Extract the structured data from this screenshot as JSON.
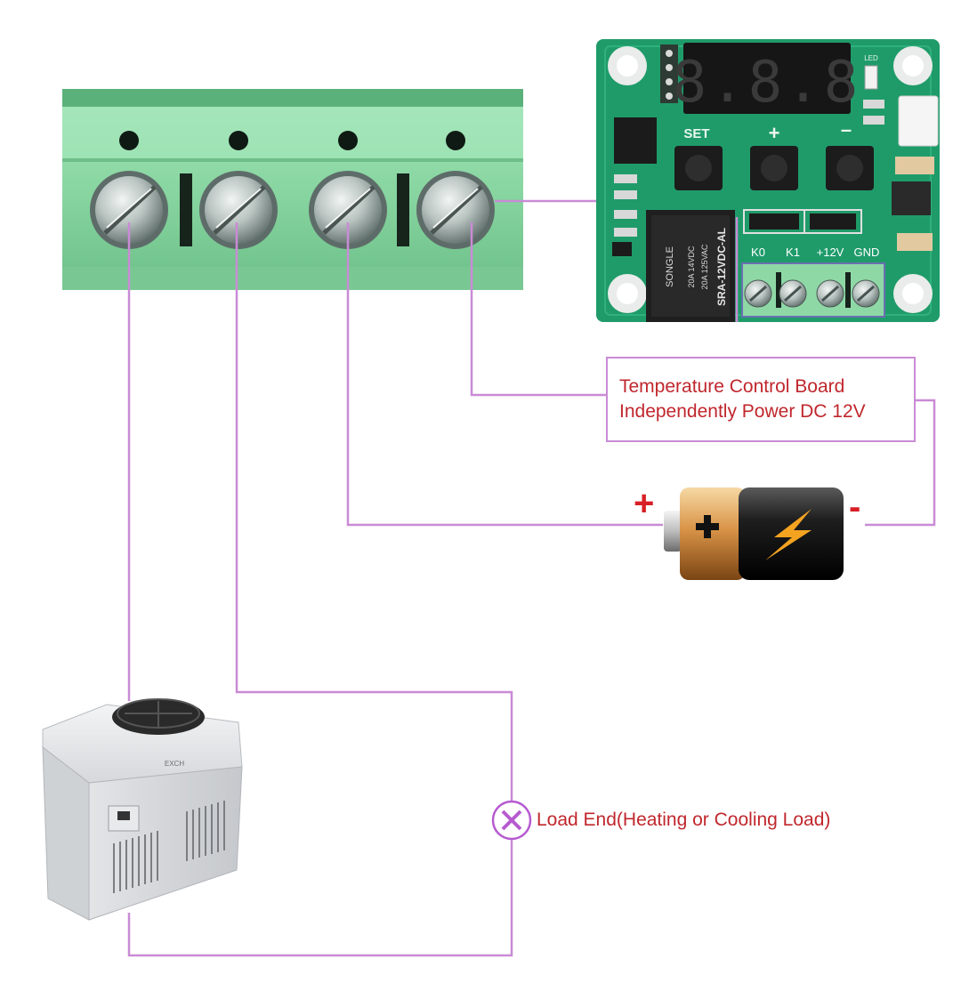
{
  "board": {
    "display": "8.8.8",
    "led": "LED",
    "buttons": {
      "set": "SET",
      "plus": "+",
      "minus": "–"
    },
    "terminal_labels": [
      "K0",
      "K1",
      "+12V",
      "GND"
    ],
    "relay": {
      "model": "SRA-12VDC-AL",
      "brand": "SONGLE",
      "rating1": "20A 14VDC",
      "rating2": "20A 125VAC"
    }
  },
  "power_box": {
    "line1": "Temperature Control Board",
    "line2": "Independently Power DC 12V"
  },
  "battery": {
    "plus": "+",
    "minus": "-"
  },
  "load": {
    "label": "Load End(Heating or Cooling Load)"
  },
  "cooler": {
    "brand": "EXCH"
  },
  "colors": {
    "wire": "#c98bd6",
    "label_text": "#c0272d",
    "terminal_green": "#8ed8a6",
    "pcb_green": "#1f9b6a",
    "x_mark": "#b65bd0"
  }
}
